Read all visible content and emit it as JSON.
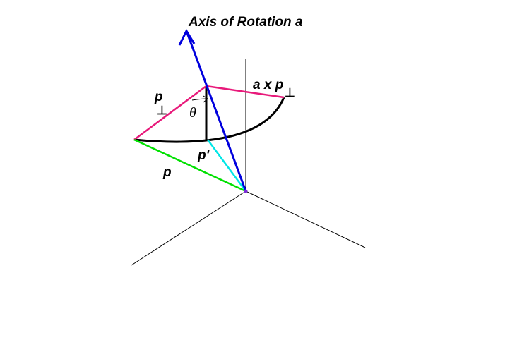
{
  "title": "Axis of Rotation a",
  "labels": {
    "p_perp": "p",
    "perp_symbol": "⊥",
    "a_cross_p_perp": "a x p",
    "theta": "θ",
    "p_prime": "p'",
    "p": "p"
  },
  "colors": {
    "axis": "#0000dd",
    "p_perp": "#e8197a",
    "a_cross": "#e8197a",
    "p_vector": "#00e000",
    "p_prime": "#00e6e6",
    "arc": "#000000",
    "coord_axes": "#000000"
  }
}
